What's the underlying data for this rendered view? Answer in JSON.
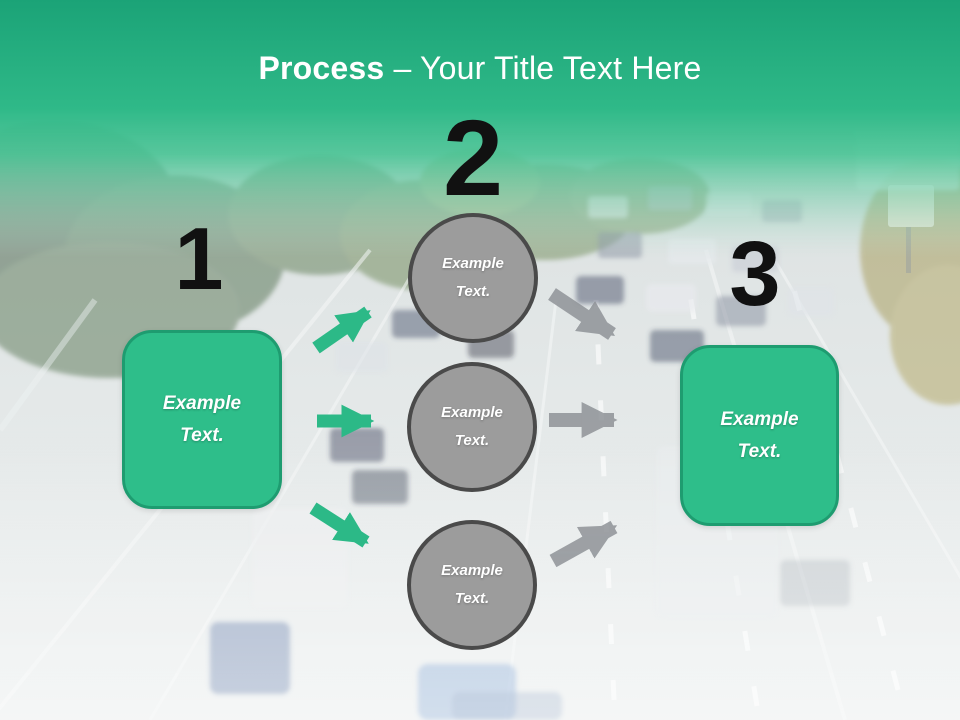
{
  "title": {
    "bold": "Process",
    "rest": "– Your Title Text Here"
  },
  "steps": {
    "one": {
      "number": "1",
      "box_label": "Example Text."
    },
    "two": {
      "number": "2",
      "circle_labels": [
        "Example Text.",
        "Example Text.",
        "Example Text."
      ]
    },
    "three": {
      "number": "3",
      "box_label": "Example Text."
    }
  },
  "colors": {
    "header_green_top": "#1BA377",
    "header_green_mid": "#2FB988",
    "accent_green": "#2EBE8A",
    "accent_green_border": "#1E9C70",
    "circle_gray": "#9C9C9C",
    "circle_border": "#4A4A4A",
    "arrow_green": "#2CB987",
    "arrow_gray": "#8B8F94",
    "number_black": "#111111",
    "title_white": "#FFFFFF"
  }
}
